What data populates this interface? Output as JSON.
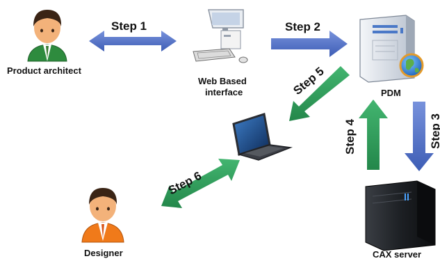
{
  "nodes": {
    "product_architect": "Product architect",
    "web_interface_line1": "Web Based",
    "web_interface_line2": "interface",
    "pdm": "PDM",
    "designer": "Designer",
    "cax_server": "CAX server"
  },
  "steps": {
    "s1": "Step 1",
    "s2": "Step 2",
    "s3": "Step 3",
    "s4": "Step 4",
    "s5": "Step 5",
    "s6": "Step 6"
  },
  "colors": {
    "blue_arrow": "#4a6cc2",
    "green_arrow": "#2f9b5a",
    "architect_shirt": "#2e8b3e",
    "designer_shirt": "#f07a1a"
  }
}
